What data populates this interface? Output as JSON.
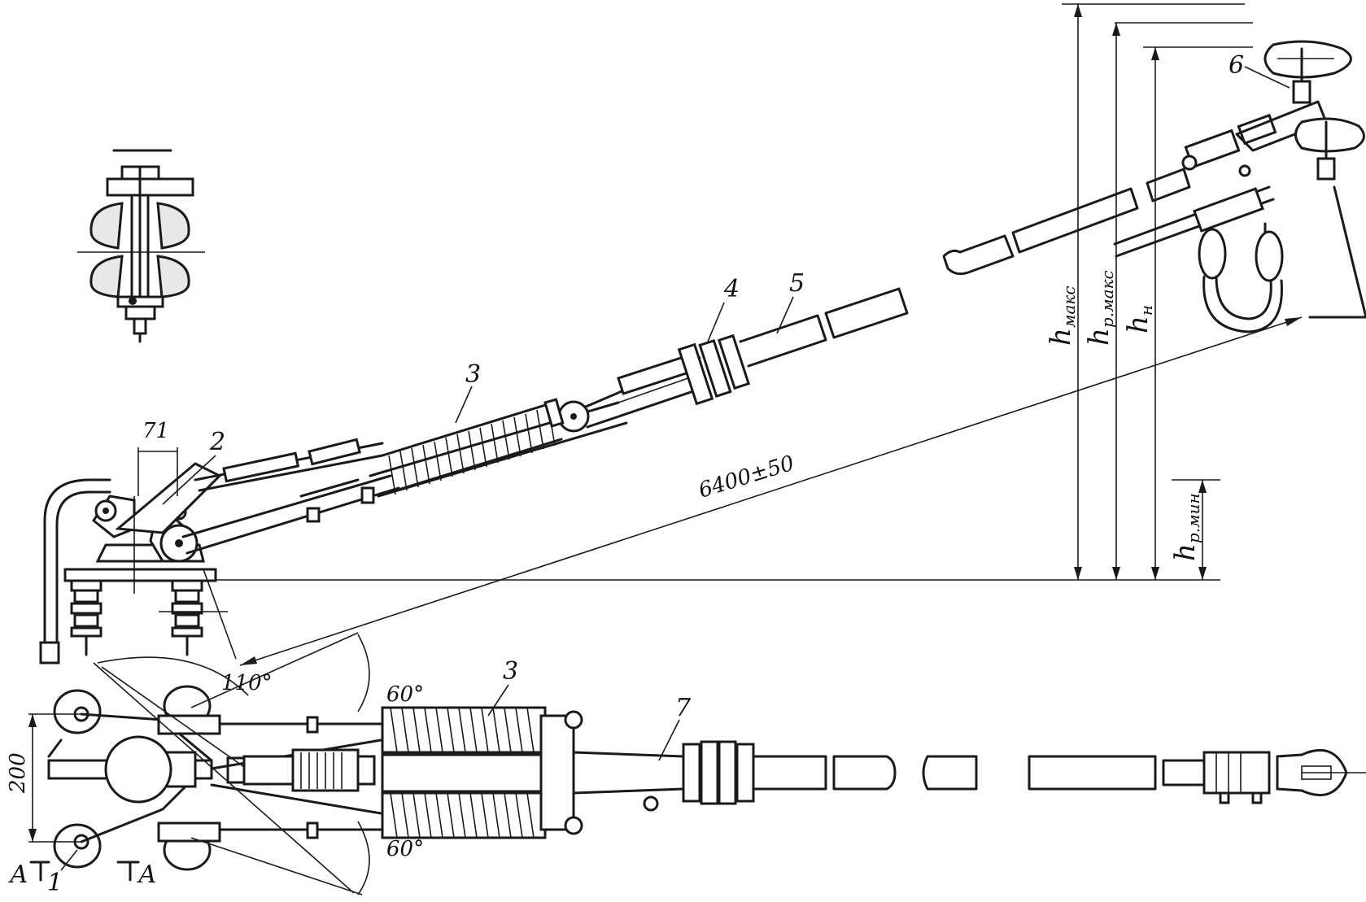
{
  "part_labels": {
    "p1": "1",
    "p2": "2",
    "p3_top": "3",
    "p3_bottom": "3",
    "p4": "4",
    "p5": "5",
    "p6": "6",
    "p7": "7"
  },
  "dimensions": {
    "length": "6400±50",
    "width_71": "71",
    "width_200": "200",
    "angle_110": "110°",
    "angle_60_top": "60°",
    "angle_60_bottom": "60°"
  },
  "section_marks": {
    "left": "А",
    "right": "А"
  },
  "heights": {
    "h_max": {
      "symbol": "h",
      "sub": "макс"
    },
    "h_p_max": {
      "symbol": "h",
      "sub": "р.макс"
    },
    "h_n": {
      "symbol": "h",
      "sub": "н"
    },
    "h_p_min": {
      "symbol": "h",
      "sub": "р.мин"
    }
  },
  "colors": {
    "ink": "#1a1a1a",
    "paper": "#ffffff"
  }
}
